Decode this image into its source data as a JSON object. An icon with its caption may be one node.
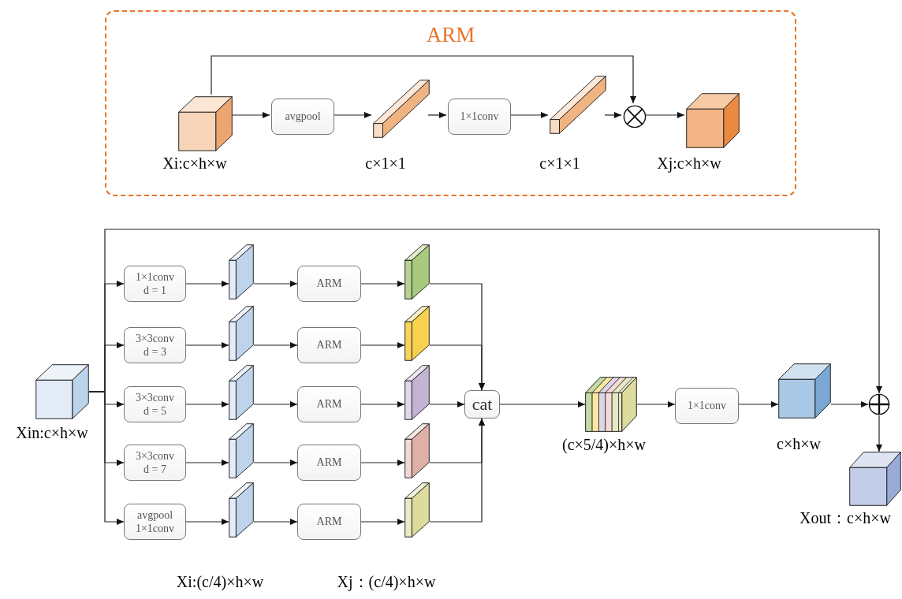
{
  "diagram": {
    "nodes": [
      {
        "text": [
          "ARM"
        ]
      },
      {
        "text": [],
        "shape": "cube",
        "in": 0,
        "beside": [
          "Xi:c×h×w"
        ]
      },
      {
        "text": [
          "avgpool"
        ],
        "in": 0
      },
      {
        "text": [],
        "shape": "bar",
        "in": 0,
        "beside": [
          "c×1×1"
        ]
      },
      {
        "text": [
          "1×1conv"
        ],
        "in": 0
      },
      {
        "text": [],
        "shape": "bar",
        "in": 0,
        "beside": [
          "c×1×1"
        ]
      },
      {
        "text": [],
        "shape": "circle",
        "in": 0
      },
      {
        "text": [],
        "shape": "cube",
        "in": 0,
        "beside": [
          "Xj:c×h×w"
        ]
      },
      {
        "text": [],
        "shape": "cube",
        "beside": [
          "Xin:c×h×w"
        ]
      },
      {
        "text": [
          "1×1conv",
          "d = 1"
        ]
      },
      {
        "text": [
          "3×3conv",
          "d = 3"
        ]
      },
      {
        "text": [
          "3×3conv",
          "d = 5"
        ]
      },
      {
        "text": [
          "3×3conv",
          "d = 7"
        ]
      },
      {
        "text": [
          "avgpool",
          "1×1conv"
        ]
      },
      {
        "text": [],
        "shape": "box"
      },
      {
        "text": [],
        "shape": "box"
      },
      {
        "text": [],
        "shape": "box"
      },
      {
        "text": [],
        "shape": "box"
      },
      {
        "text": [],
        "shape": "box"
      },
      {
        "text": [
          "ARM"
        ]
      },
      {
        "text": [
          "ARM"
        ]
      },
      {
        "text": [
          "ARM"
        ]
      },
      {
        "text": [
          "ARM"
        ]
      },
      {
        "text": [
          "ARM"
        ]
      },
      {
        "text": [],
        "shape": "box"
      },
      {
        "text": [],
        "shape": "box"
      },
      {
        "text": [],
        "shape": "box"
      },
      {
        "text": [],
        "shape": "box"
      },
      {
        "text": [],
        "shape": "box"
      },
      {
        "text": [
          "cat"
        ]
      },
      {
        "text": [],
        "shape": "cube",
        "beside": [
          "(c×5/4)×h×w"
        ]
      },
      {
        "text": [
          "1×1conv"
        ]
      },
      {
        "text": [],
        "shape": "cube",
        "beside": [
          "c×h×w"
        ]
      },
      {
        "text": [],
        "shape": "circle"
      },
      {
        "text": [],
        "shape": "cube",
        "beside": [
          "Xout：c×h×w"
        ]
      }
    ],
    "edges": [
      {
        "from": 1,
        "to": 2,
        "arrow": "to"
      },
      {
        "from": 2,
        "to": 3,
        "arrow": "to"
      },
      {
        "from": 3,
        "to": 4,
        "arrow": "to"
      },
      {
        "from": 4,
        "to": 5,
        "arrow": "to"
      },
      {
        "from": 5,
        "to": 6,
        "arrow": "to"
      },
      {
        "from": 1,
        "to": 6,
        "arrow": "to"
      },
      {
        "from": 6,
        "to": 7,
        "arrow": "to"
      },
      {
        "from": 8,
        "to": 9,
        "arrow": "to"
      },
      {
        "from": 8,
        "to": 10,
        "arrow": "to"
      },
      {
        "from": 8,
        "to": 11,
        "arrow": "to"
      },
      {
        "from": 8,
        "to": 12,
        "arrow": "to"
      },
      {
        "from": 8,
        "to": 13,
        "arrow": "to"
      },
      {
        "from": 9,
        "to": 14,
        "arrow": "to"
      },
      {
        "from": 10,
        "to": 15,
        "arrow": "to"
      },
      {
        "from": 11,
        "to": 16,
        "arrow": "to"
      },
      {
        "from": 12,
        "to": 17,
        "arrow": "to"
      },
      {
        "from": 13,
        "to": 18,
        "arrow": "to"
      },
      {
        "from": 14,
        "to": 19,
        "arrow": "to"
      },
      {
        "from": 15,
        "to": 20,
        "arrow": "to"
      },
      {
        "from": 16,
        "to": 21,
        "arrow": "to"
      },
      {
        "from": 17,
        "to": 22,
        "arrow": "to"
      },
      {
        "from": 18,
        "to": 23,
        "arrow": "to"
      },
      {
        "from": 19,
        "to": 24,
        "arrow": "to"
      },
      {
        "from": 20,
        "to": 25,
        "arrow": "to"
      },
      {
        "from": 21,
        "to": 26,
        "arrow": "to"
      },
      {
        "from": 22,
        "to": 27,
        "arrow": "to"
      },
      {
        "from": 23,
        "to": 28,
        "arrow": "to"
      },
      {
        "from": 24,
        "to": 29,
        "arrow": "to"
      },
      {
        "from": 25,
        "to": 29,
        "arrow": "to"
      },
      {
        "from": 26,
        "to": 29,
        "arrow": "to"
      },
      {
        "from": 27,
        "to": 29,
        "arrow": "to"
      },
      {
        "from": 28,
        "to": 29,
        "arrow": "to"
      },
      {
        "from": 29,
        "to": 30,
        "arrow": "to"
      },
      {
        "from": 30,
        "to": 31,
        "arrow": "to"
      },
      {
        "from": 31,
        "to": 32,
        "arrow": "to"
      },
      {
        "from": 32,
        "to": 33,
        "arrow": "to"
      },
      {
        "from": 8,
        "to": 33,
        "arrow": "to"
      },
      {
        "from": 33,
        "to": 34,
        "arrow": "to"
      }
    ],
    "labels": [
      "Xi:(c/4)×h×w",
      "Xj：(c/4)×h×w"
    ]
  }
}
